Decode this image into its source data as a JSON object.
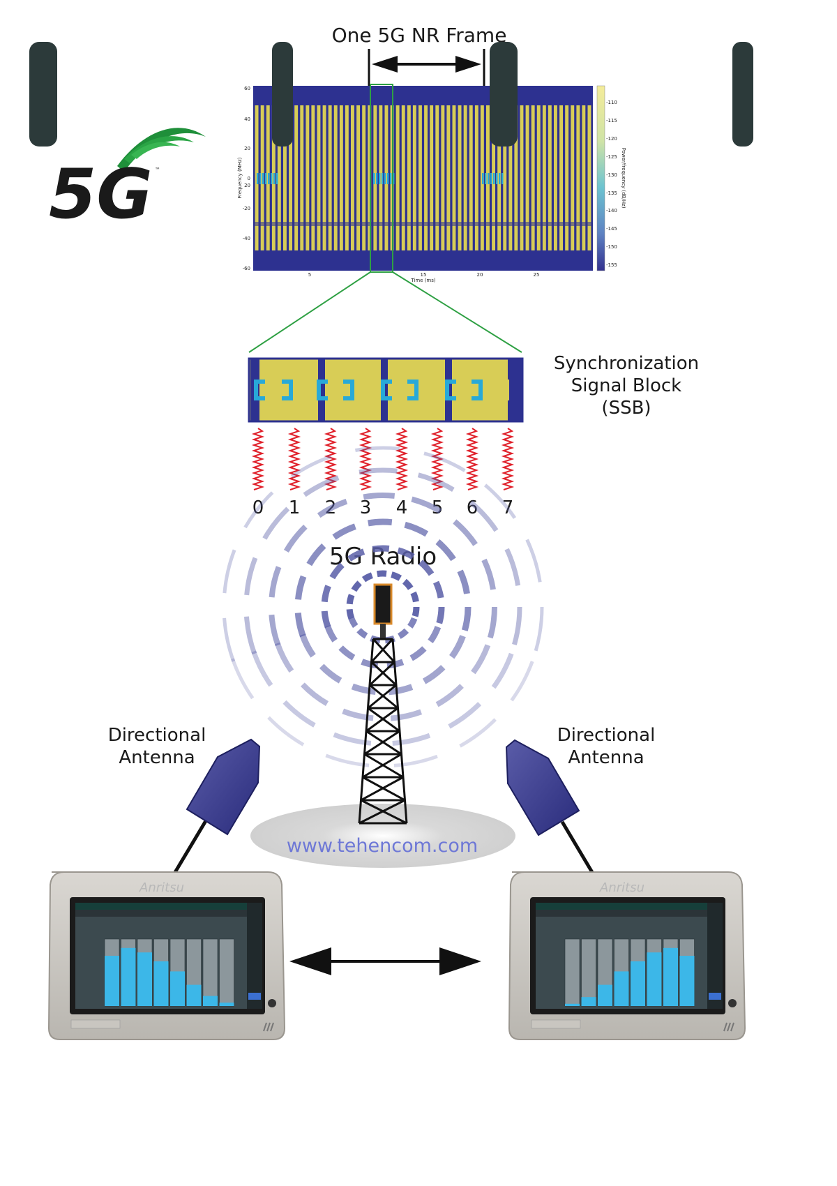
{
  "frame_label": "One 5G NR Frame",
  "logo": {
    "text": "5G",
    "tm": "™"
  },
  "spectrogram": {
    "ylabel": "Frequency (MHz)",
    "xlabel": "Time (ms)",
    "yticks": [
      "60",
      "40",
      "20",
      "0",
      "20",
      "-20",
      "-40",
      "-60"
    ],
    "xticks": [
      "5",
      "15",
      "20",
      "25"
    ],
    "colorbar_label": "Power/frequency (dB/Hz)",
    "colorbar_ticks": [
      "-110",
      "-115",
      "-120",
      "-125",
      "-130",
      "-135",
      "-140",
      "-145",
      "-150",
      "-155"
    ]
  },
  "ssb_label_lines": [
    "Synchronization",
    "Signal Block",
    "(SSB)"
  ],
  "beam_numbers": [
    "0",
    "1",
    "2",
    "3",
    "4",
    "5",
    "6",
    "7"
  ],
  "radio_label": "5G Radio",
  "watermark": "www.tehencom.com",
  "antenna_left_lines": [
    "Directional",
    "Antenna"
  ],
  "antenna_right_lines": [
    "Directional",
    "Antenna"
  ],
  "analyzer_brand": "Anritsu",
  "analyzer_left_bars": [
    0.45,
    0.52,
    0.48,
    0.4,
    0.31,
    0.19,
    0.09,
    0.03
  ],
  "analyzer_right_bars": [
    0.02,
    0.08,
    0.19,
    0.31,
    0.4,
    0.48,
    0.52,
    0.45
  ],
  "colors": {
    "frame_fill": "#2d3190",
    "signal_fill": "#d8cd56",
    "ssb_cyan": "#28a9d8",
    "zoom_green": "#2ea043",
    "beam_red": "#e0202a",
    "bar_blue": "#3cb7e8"
  }
}
